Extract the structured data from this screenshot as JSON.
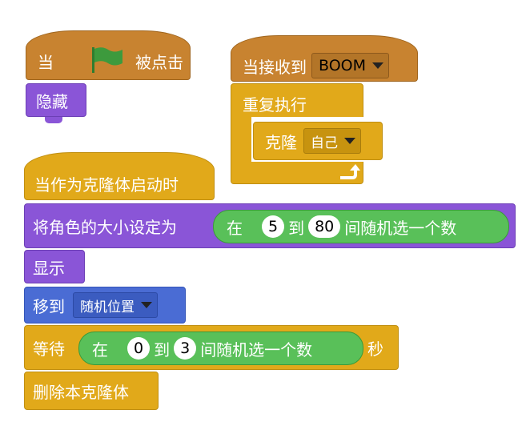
{
  "script1": {
    "hat_when": "当",
    "hat_clicked": "被点击",
    "hide": "隐藏"
  },
  "script2": {
    "hat_receive": "当接收到",
    "message": "BOOM",
    "forever": "重复执行",
    "clone": "克隆",
    "clone_target": "自己"
  },
  "script3": {
    "hat_clone_start": "当作为克隆体启动时",
    "set_size": "将角色的大小设定为",
    "random1_in": "在",
    "random1_min": "5",
    "random1_to": "到",
    "random1_max": "80",
    "random1_tail": "间随机选一个数",
    "show": "显示",
    "goto": "移到",
    "goto_target": "随机位置",
    "wait": "等待",
    "random2_in": "在",
    "random2_min": "0",
    "random2_to": "到",
    "random2_max": "3",
    "random2_tail": "间随机选一个数",
    "wait_unit": "秒",
    "delete_clone": "删除本克隆体"
  },
  "colors": {
    "events": "#c88330",
    "control": "#e1a91a",
    "looks": "#8a55d7",
    "motion": "#4a6cd4",
    "operators": "#59c059",
    "flag": "#3d9a3d"
  }
}
